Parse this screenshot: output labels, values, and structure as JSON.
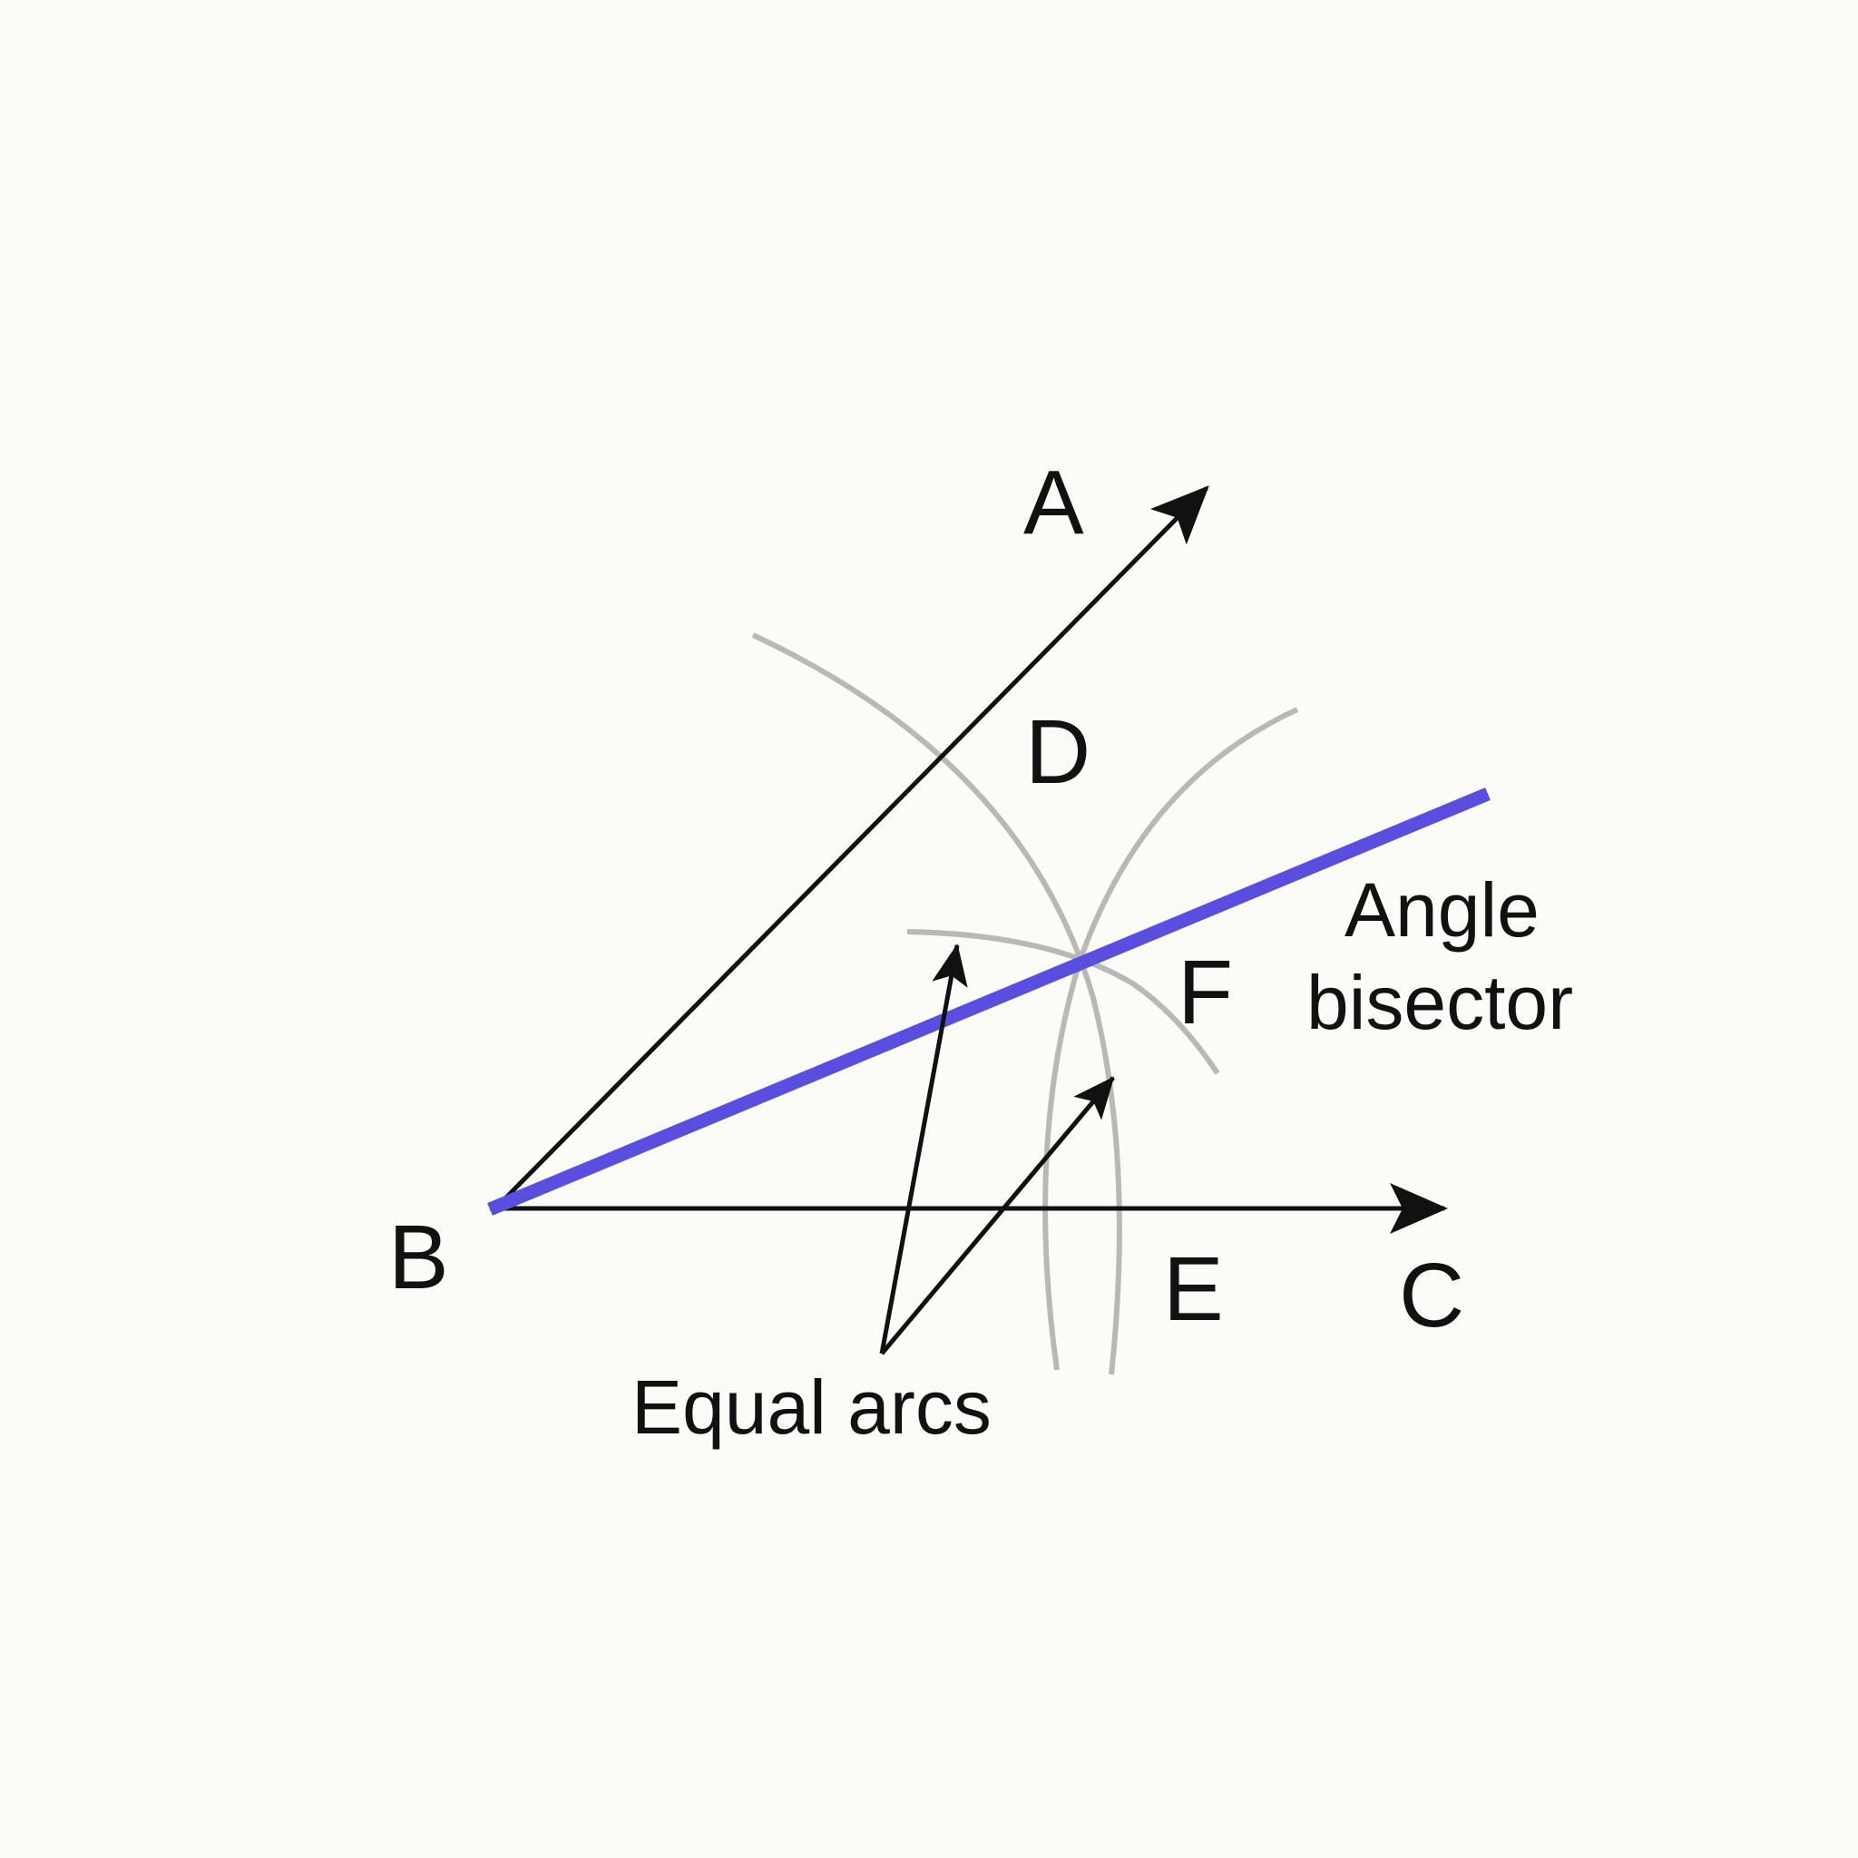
{
  "diagram": {
    "points": {
      "A": "A",
      "B": "B",
      "C": "C",
      "D": "D",
      "E": "E",
      "F": "F"
    },
    "bisector_label": [
      "Angle",
      "bisector"
    ],
    "arcs_label": "Equal arcs"
  },
  "colors": {
    "background": "#fbfbf8",
    "ray": "#111111",
    "arc": "#b8b8b4",
    "bisector": "#5a4ee0"
  }
}
